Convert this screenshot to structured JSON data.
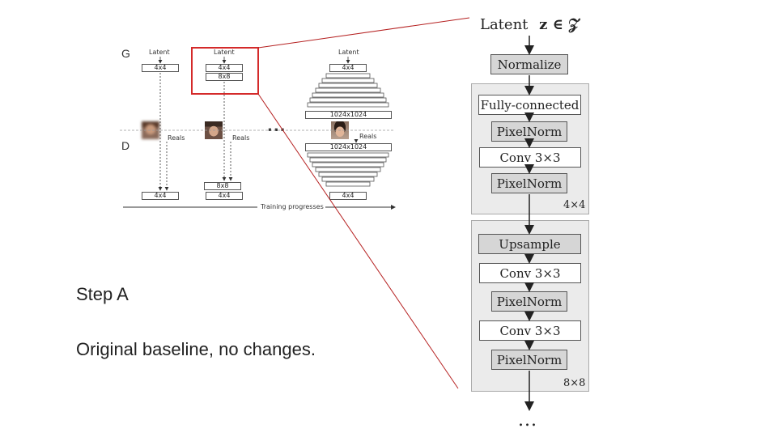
{
  "progressive_gan": {
    "generator_letter": "G",
    "discriminator_letter": "D",
    "latent_label": "Latent",
    "reals_label": "Reals",
    "training_progresses": "Training progresses",
    "ellipsis": "...",
    "stage1": {
      "g_res": "4x4",
      "d_res": "4x4"
    },
    "stage2": {
      "g_res_a": "4x4",
      "g_res_b": "8x8",
      "d_res_a": "8x8",
      "d_res_b": "4x4"
    },
    "stage3": {
      "g_top": "4x4",
      "g_bottom": "1024x1024",
      "d_top": "1024x1024",
      "d_bottom": "4x4"
    }
  },
  "slide_text": {
    "step": "Step A",
    "description": "Original baseline, no changes."
  },
  "architecture": {
    "latent_word": "Latent",
    "latent_symbol": "z ∈ 𝒵",
    "normalize": "Normalize",
    "block1": {
      "layers": [
        "Fully-connected",
        "PixelNorm",
        "Conv 3×3",
        "PixelNorm"
      ],
      "resolution": "4×4"
    },
    "block2": {
      "layers": [
        "Upsample",
        "Conv 3×3",
        "PixelNorm",
        "Conv 3×3",
        "PixelNorm"
      ],
      "resolution": "8×8"
    },
    "ellipsis": "..."
  },
  "colors": {
    "highlight_box": "#d42a2a",
    "zoom_line": "#b52020",
    "group_fill": "#ebebeb",
    "shaded_box": "#d6d6d6"
  }
}
